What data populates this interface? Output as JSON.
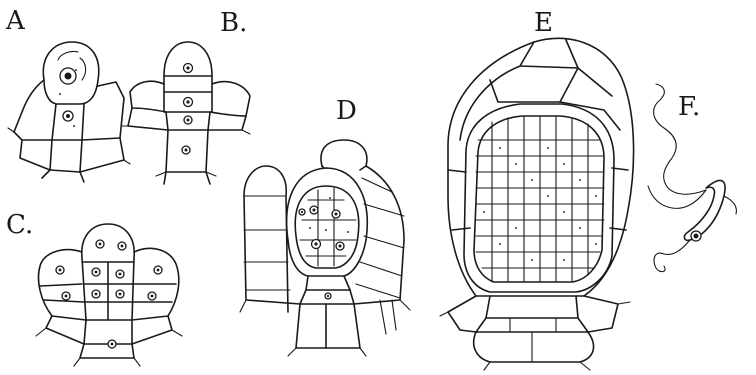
{
  "figure": {
    "labels": {
      "a": "A",
      "b": "B.",
      "c": "C.",
      "d": "D",
      "e": "E",
      "f": "F."
    }
  }
}
